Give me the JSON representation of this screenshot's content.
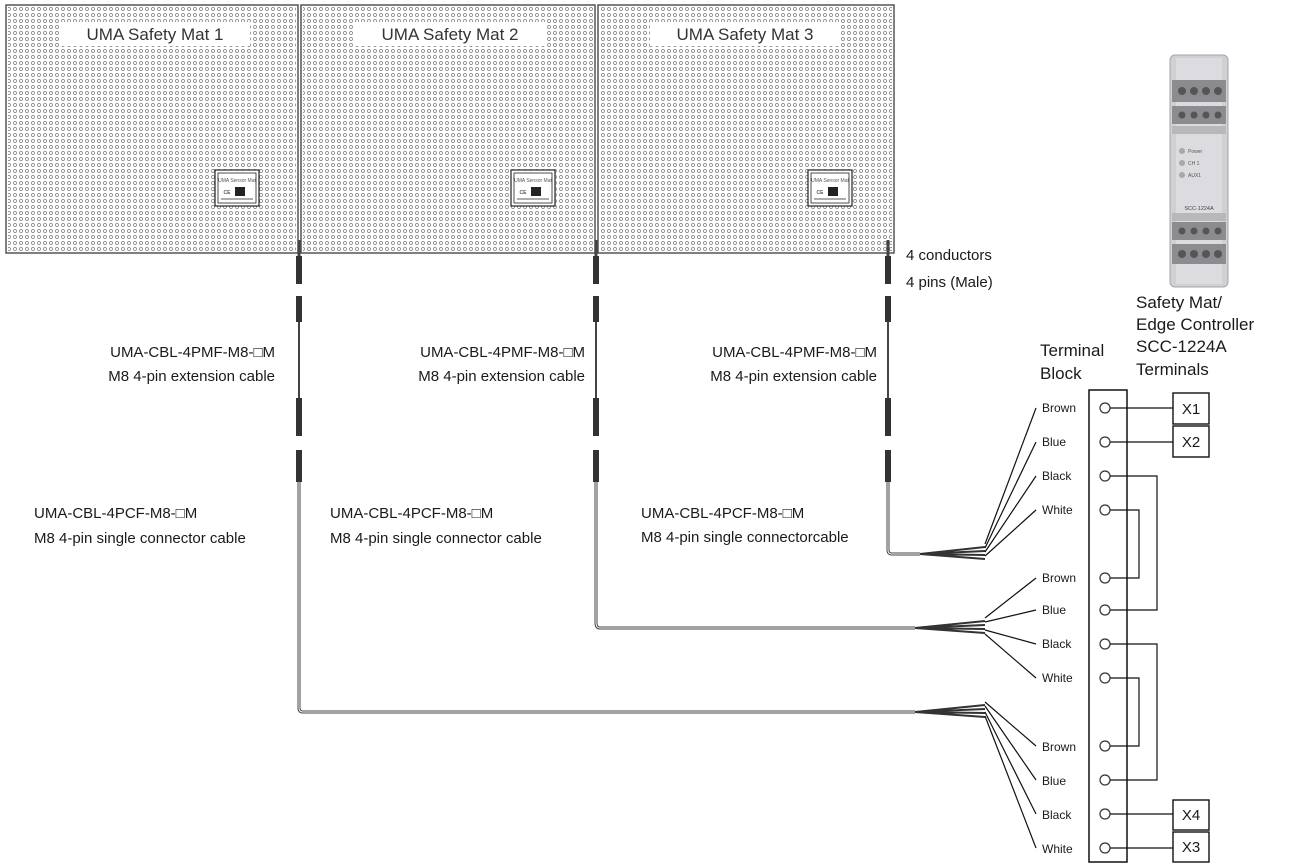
{
  "mats": [
    {
      "title": "UMA Safety Mat 1"
    },
    {
      "title": "UMA Safety Mat 2"
    },
    {
      "title": "UMA Safety Mat 3"
    }
  ],
  "conductors": {
    "line1": "4 conductors",
    "line2": "4 pins (Male)"
  },
  "extension_cables": [
    {
      "model": "UMA-CBL-4PMF-M8-□M",
      "desc": "M8 4-pin extension cable"
    },
    {
      "model": "UMA-CBL-4PMF-M8-□M",
      "desc": "M8 4-pin extension cable"
    },
    {
      "model": "UMA-CBL-4PMF-M8-□M",
      "desc": "M8 4-pin extension cable"
    }
  ],
  "single_cables": [
    {
      "model": "UMA-CBL-4PCF-M8-□M",
      "desc": "M8 4-pin single connector cable"
    },
    {
      "model": "UMA-CBL-4PCF-M8-□M",
      "desc": "M8 4-pin single connector cable"
    },
    {
      "model": "UMA-CBL-4PCF-M8-□M",
      "desc": "M8 4-pin single connectorcable"
    }
  ],
  "controller": {
    "line1": "Safety Mat/",
    "line2": "Edge Controller",
    "line3": "SCC-1224A",
    "line4": "Terminals",
    "device_model": "SCC-1224A",
    "leds": [
      "Power",
      "CH 1",
      "AUX1"
    ]
  },
  "terminal_block": {
    "line1": "Terminal",
    "line2": "Block"
  },
  "wires": [
    "Brown",
    "Blue",
    "Black",
    "White",
    "Brown",
    "Blue",
    "Black",
    "White",
    "Brown",
    "Blue",
    "Black",
    "White"
  ],
  "terminals": {
    "x1": "X1",
    "x2": "X2",
    "x4": "X4",
    "x3": "X3"
  },
  "mat_label": {
    "brand": "UMA Sensor Mat",
    "mark": "CE"
  }
}
